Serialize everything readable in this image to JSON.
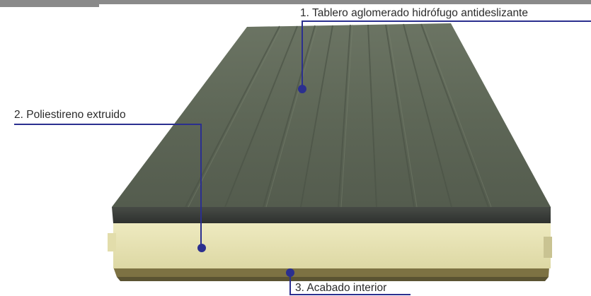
{
  "callouts": [
    {
      "number": "1",
      "label": "1. Tablero aglomerado hidrófugo antideslizante"
    },
    {
      "number": "2",
      "label": "2. Poliestireno extruido"
    },
    {
      "number": "3",
      "label": "3. Acabado interior"
    }
  ],
  "colors": {
    "leader_line": "#2b2f8f",
    "board_top": "#5d6655",
    "board_edge": "#3a3d3a",
    "foam_core": "#e8e4b4",
    "interior_finish": "#8a7d4a",
    "header_bar": "#8a8a8a"
  }
}
